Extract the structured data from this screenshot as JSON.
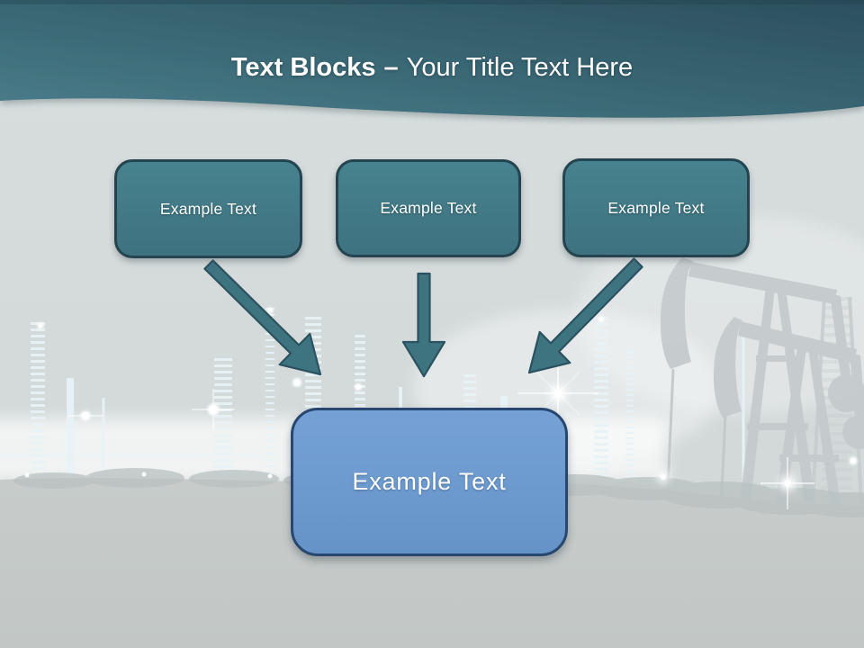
{
  "slide_title": {
    "bold": "Text Blocks",
    "separator": "–",
    "regular": "Your Title Text Here"
  },
  "diagram": {
    "type": "converging_text_blocks",
    "source_blocks": [
      {
        "id": "block-1",
        "label": "Example Text"
      },
      {
        "id": "block-2",
        "label": "Example Text"
      },
      {
        "id": "block-3",
        "label": "Example Text"
      }
    ],
    "target_block": {
      "id": "result-block",
      "label": "Example Text"
    },
    "connections": [
      {
        "from": "block-1",
        "to": "result-block",
        "style": "block-arrow"
      },
      {
        "from": "block-2",
        "to": "result-block",
        "style": "block-arrow"
      },
      {
        "from": "block-3",
        "to": "result-block",
        "style": "block-arrow"
      }
    ]
  },
  "background": {
    "scene": "faint night oil-refinery skyline with lights and two pumpjack silhouettes on light blue-gray wash"
  },
  "colors": {
    "title_color": "#ffffff",
    "header_teal_light": "#4b7e8b",
    "header_teal_dark": "#2c4f5d",
    "block_fill_top": "#47828f",
    "block_fill": "#3e7280",
    "block_border": "#24454f",
    "arrow_fill": "#3e7380",
    "arrow_stroke": "#2b5260",
    "result_fill_top": "#75a1d6",
    "result_fill": "#6593c8",
    "result_border": "#27476f",
    "canvas_light": "#d5dbdb",
    "ground_gray": "#c6cbca"
  }
}
